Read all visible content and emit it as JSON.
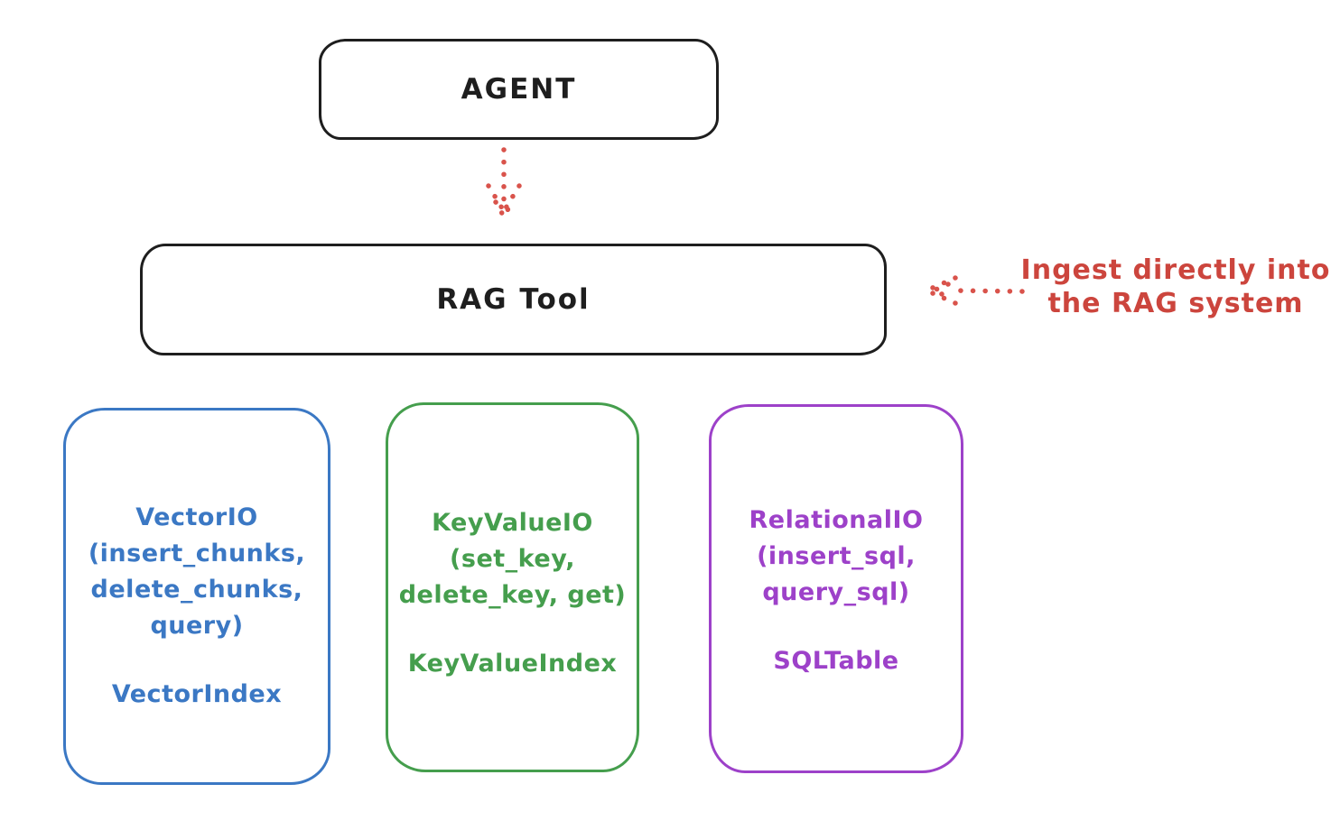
{
  "canvas": {
    "background": "#ffffff",
    "ink_color": "#1e1e1e"
  },
  "nodes": {
    "agent": {
      "label": "AGENT",
      "border_color": "#1e1e1e"
    },
    "rag_tool": {
      "label": "RAG Tool",
      "border_color": "#1e1e1e"
    }
  },
  "arrows": {
    "agent_to_rag": {
      "style": "dotted",
      "direction": "down",
      "color": "#d9534b"
    },
    "ingest": {
      "style": "dotted",
      "direction": "left",
      "color": "#d9534b"
    }
  },
  "annotation": {
    "line1": "Ingest directly into",
    "line2": "the RAG system",
    "color": "#cc453d"
  },
  "backends": [
    {
      "id": "vector",
      "color": "#3b78c4",
      "lines": [
        "VectorIO",
        "(insert_chunks,",
        "delete_chunks,",
        "query)"
      ],
      "index_label": "VectorIndex"
    },
    {
      "id": "keyvalue",
      "color": "#459e4d",
      "lines": [
        "KeyValueIO",
        "(set_key,",
        "delete_key, get)"
      ],
      "index_label": "KeyValueIndex"
    },
    {
      "id": "relational",
      "color": "#9d41c9",
      "lines": [
        "RelationalIO",
        "(insert_sql,",
        "query_sql)"
      ],
      "index_label": "SQLTable"
    }
  ]
}
